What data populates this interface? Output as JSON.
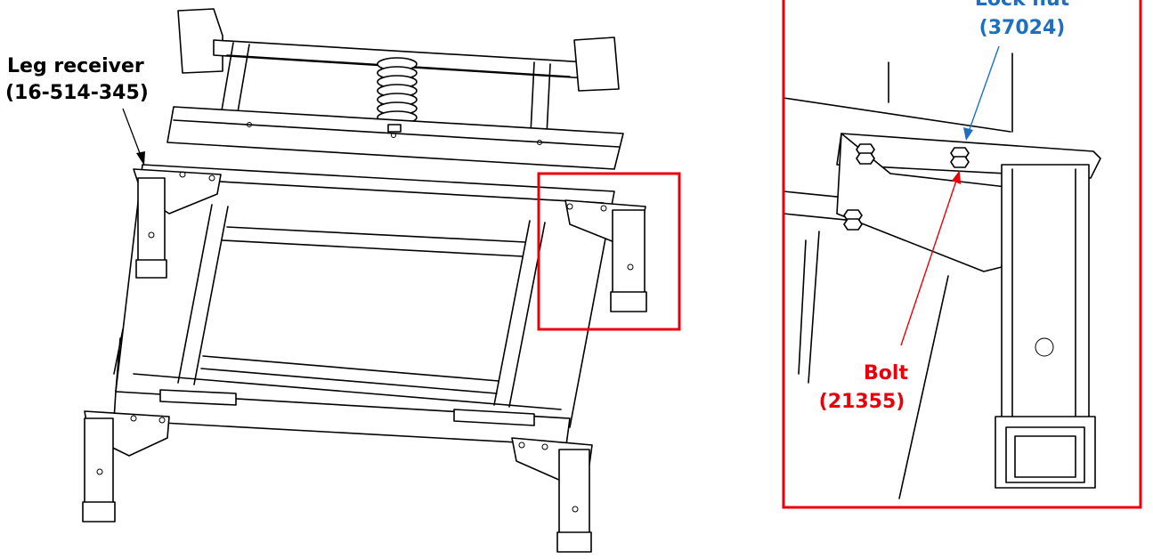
{
  "callouts": {
    "leg_receiver": {
      "line1": "Leg receiver",
      "line2": "(16-514-345)"
    },
    "lock_nut": {
      "line1": "Lock nut",
      "line2": "(37024)"
    },
    "bolt": {
      "line1": "Bolt",
      "line2": "(21355)"
    }
  },
  "colors": {
    "highlight_box": "#e8000b",
    "lock_nut_callout": "#1f6fc0",
    "bolt_callout": "#e8000b",
    "leg_receiver_callout": "#000000"
  }
}
